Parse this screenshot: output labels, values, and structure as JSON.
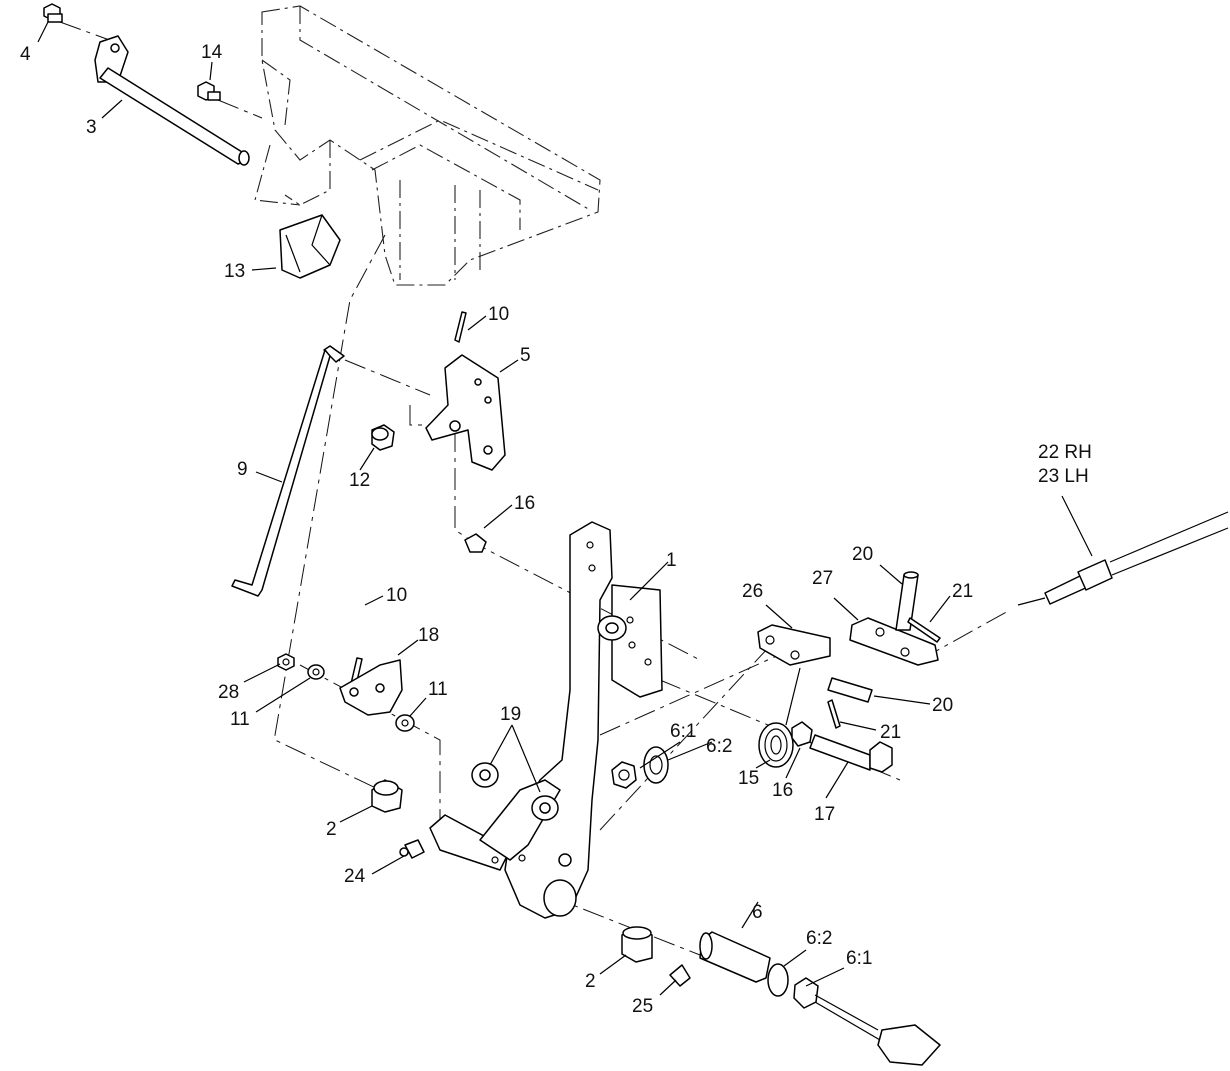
{
  "diagram": {
    "callouts": [
      {
        "id": "c4",
        "label": "4"
      },
      {
        "id": "c3",
        "label": "3"
      },
      {
        "id": "c14",
        "label": "14"
      },
      {
        "id": "c13",
        "label": "13"
      },
      {
        "id": "c10a",
        "label": "10"
      },
      {
        "id": "c5",
        "label": "5"
      },
      {
        "id": "c9",
        "label": "9"
      },
      {
        "id": "c12",
        "label": "12"
      },
      {
        "id": "c16a",
        "label": "16"
      },
      {
        "id": "c1",
        "label": "1"
      },
      {
        "id": "c10b",
        "label": "10"
      },
      {
        "id": "c18",
        "label": "18"
      },
      {
        "id": "c28",
        "label": "28"
      },
      {
        "id": "c11a",
        "label": "11"
      },
      {
        "id": "c11b",
        "label": "11"
      },
      {
        "id": "c19",
        "label": "19"
      },
      {
        "id": "c2a",
        "label": "2"
      },
      {
        "id": "c24",
        "label": "24"
      },
      {
        "id": "c61a",
        "label": "6:1"
      },
      {
        "id": "c62a",
        "label": "6:2"
      },
      {
        "id": "c15",
        "label": "15"
      },
      {
        "id": "c16b",
        "label": "16"
      },
      {
        "id": "c17",
        "label": "17"
      },
      {
        "id": "c26",
        "label": "26"
      },
      {
        "id": "c20a",
        "label": "20"
      },
      {
        "id": "c27",
        "label": "27"
      },
      {
        "id": "c21a",
        "label": "21"
      },
      {
        "id": "c20b",
        "label": "20"
      },
      {
        "id": "c21b",
        "label": "21"
      },
      {
        "id": "c22",
        "label": "22 RH"
      },
      {
        "id": "c23",
        "label": "23 LH"
      },
      {
        "id": "c6",
        "label": "6"
      },
      {
        "id": "c62b",
        "label": "6:2"
      },
      {
        "id": "c61b",
        "label": "6:1"
      },
      {
        "id": "c2b",
        "label": "2"
      },
      {
        "id": "c25",
        "label": "25"
      }
    ]
  }
}
